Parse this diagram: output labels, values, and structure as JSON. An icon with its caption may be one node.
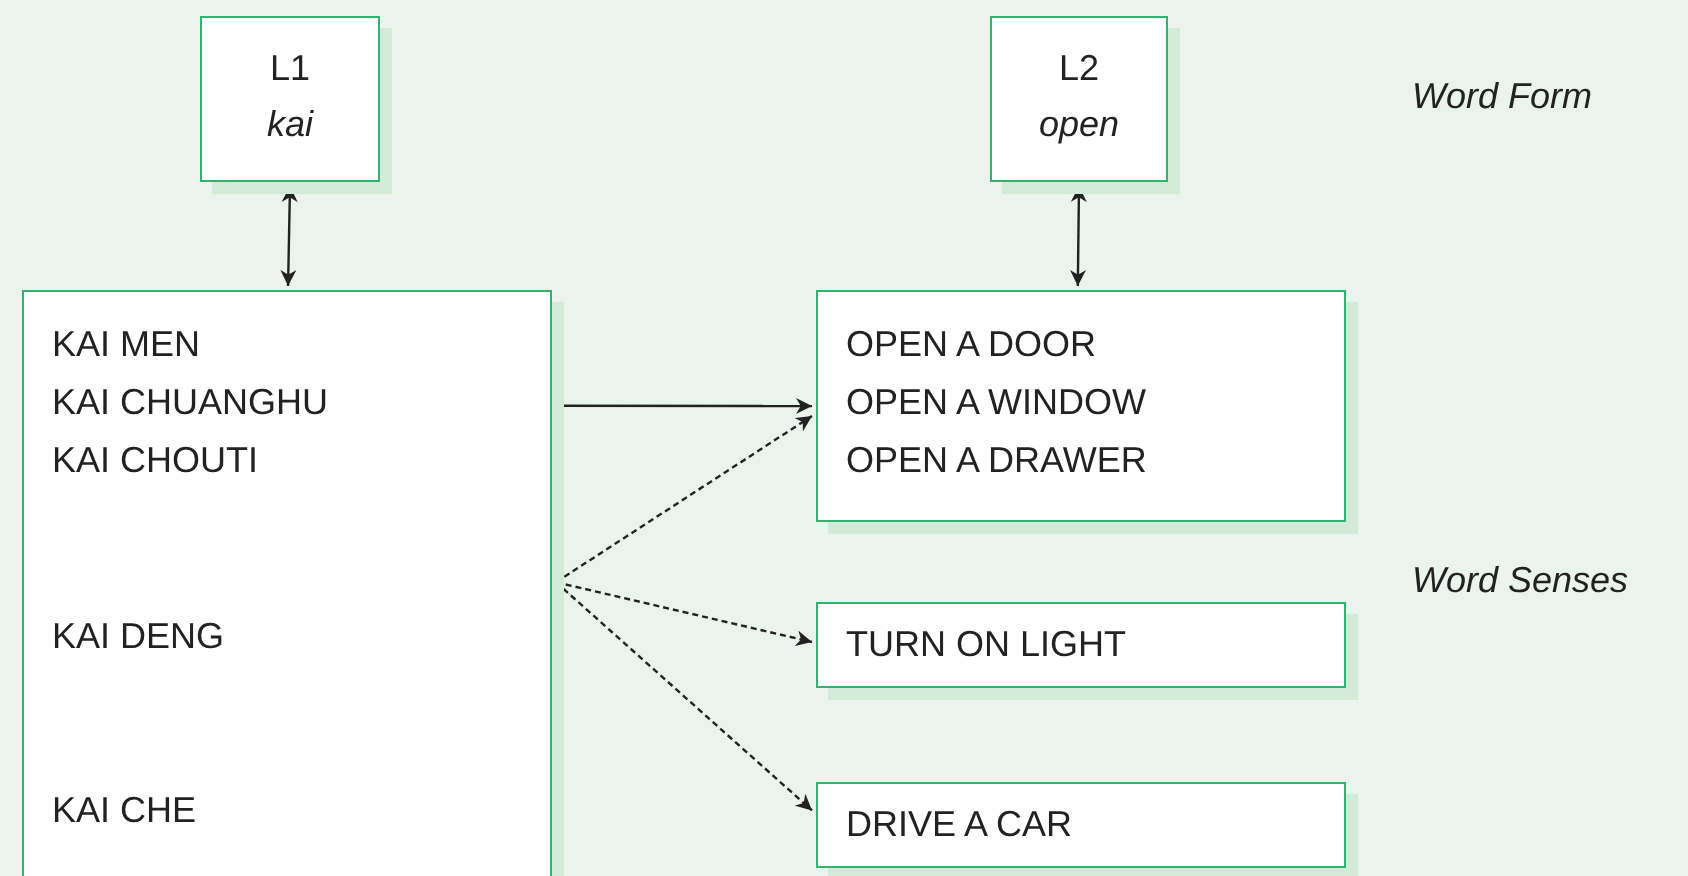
{
  "diagram": {
    "nodes": [
      {
        "text": [
          "L1",
          "kai"
        ]
      },
      {
        "text": [
          "L2",
          "open"
        ]
      },
      {
        "text": [
          "KAI MEN",
          "KAI CHUANGHU",
          "KAI CHOUTI",
          "KAI DENG",
          "KAI CHE"
        ]
      },
      {
        "text": [
          "OPEN A DOOR",
          "OPEN A WINDOW",
          "OPEN A DRAWER"
        ]
      },
      {
        "text": [
          "TURN ON LIGHT"
        ]
      },
      {
        "text": [
          "DRIVE A CAR"
        ]
      }
    ],
    "edges": [
      {
        "from": 0,
        "to": 2,
        "arrow": "both"
      },
      {
        "from": 1,
        "to": 3,
        "arrow": "both"
      },
      {
        "from": 2,
        "to": 3,
        "arrow": "to"
      },
      {
        "from": 2,
        "to": 3,
        "arrow": "to",
        "style": "dashed"
      },
      {
        "from": 2,
        "to": 4,
        "arrow": "to",
        "style": "dashed"
      },
      {
        "from": 2,
        "to": 5,
        "arrow": "to",
        "style": "dashed"
      }
    ],
    "labels": [
      "Word Form",
      "Word Senses"
    ]
  }
}
